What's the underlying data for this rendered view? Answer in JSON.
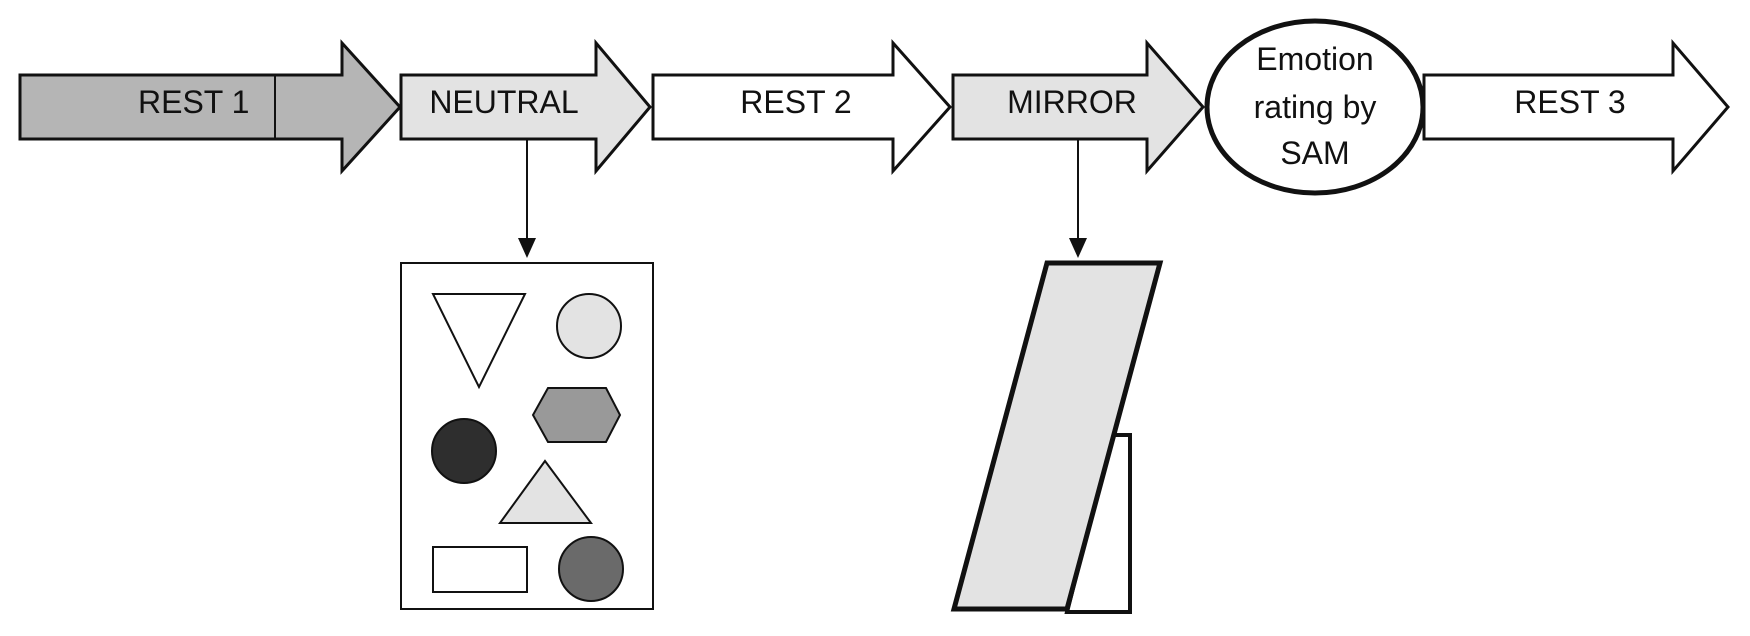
{
  "diagram": {
    "phases": [
      {
        "id": "rest1",
        "label": "REST 1",
        "fill": "#b5b5b5"
      },
      {
        "id": "neutral",
        "label": "NEUTRAL",
        "fill": "#e3e3e3"
      },
      {
        "id": "rest2",
        "label": "REST 2",
        "fill": "#ffffff"
      },
      {
        "id": "mirror",
        "label": "MIRROR",
        "fill": "#e3e3e3"
      },
      {
        "id": "rest3",
        "label": "REST 3",
        "fill": "#ffffff"
      }
    ],
    "rating": {
      "lines": [
        "Emotion",
        "rating by",
        "SAM"
      ]
    },
    "stroke": "#111111",
    "shape_card": {
      "items": [
        {
          "shape": "triangle-down",
          "fill": "#ffffff"
        },
        {
          "shape": "circle",
          "fill": "#e3e3e3"
        },
        {
          "shape": "hexagon",
          "fill": "#999999"
        },
        {
          "shape": "circle",
          "fill": "#2e2e2e"
        },
        {
          "shape": "triangle-up",
          "fill": "#e3e3e3"
        },
        {
          "shape": "rectangle",
          "fill": "#ffffff"
        },
        {
          "shape": "circle",
          "fill": "#6a6a6a"
        }
      ]
    },
    "mirror_object": {
      "fill": "#e3e3e3",
      "stand_fill": "#ffffff"
    }
  }
}
